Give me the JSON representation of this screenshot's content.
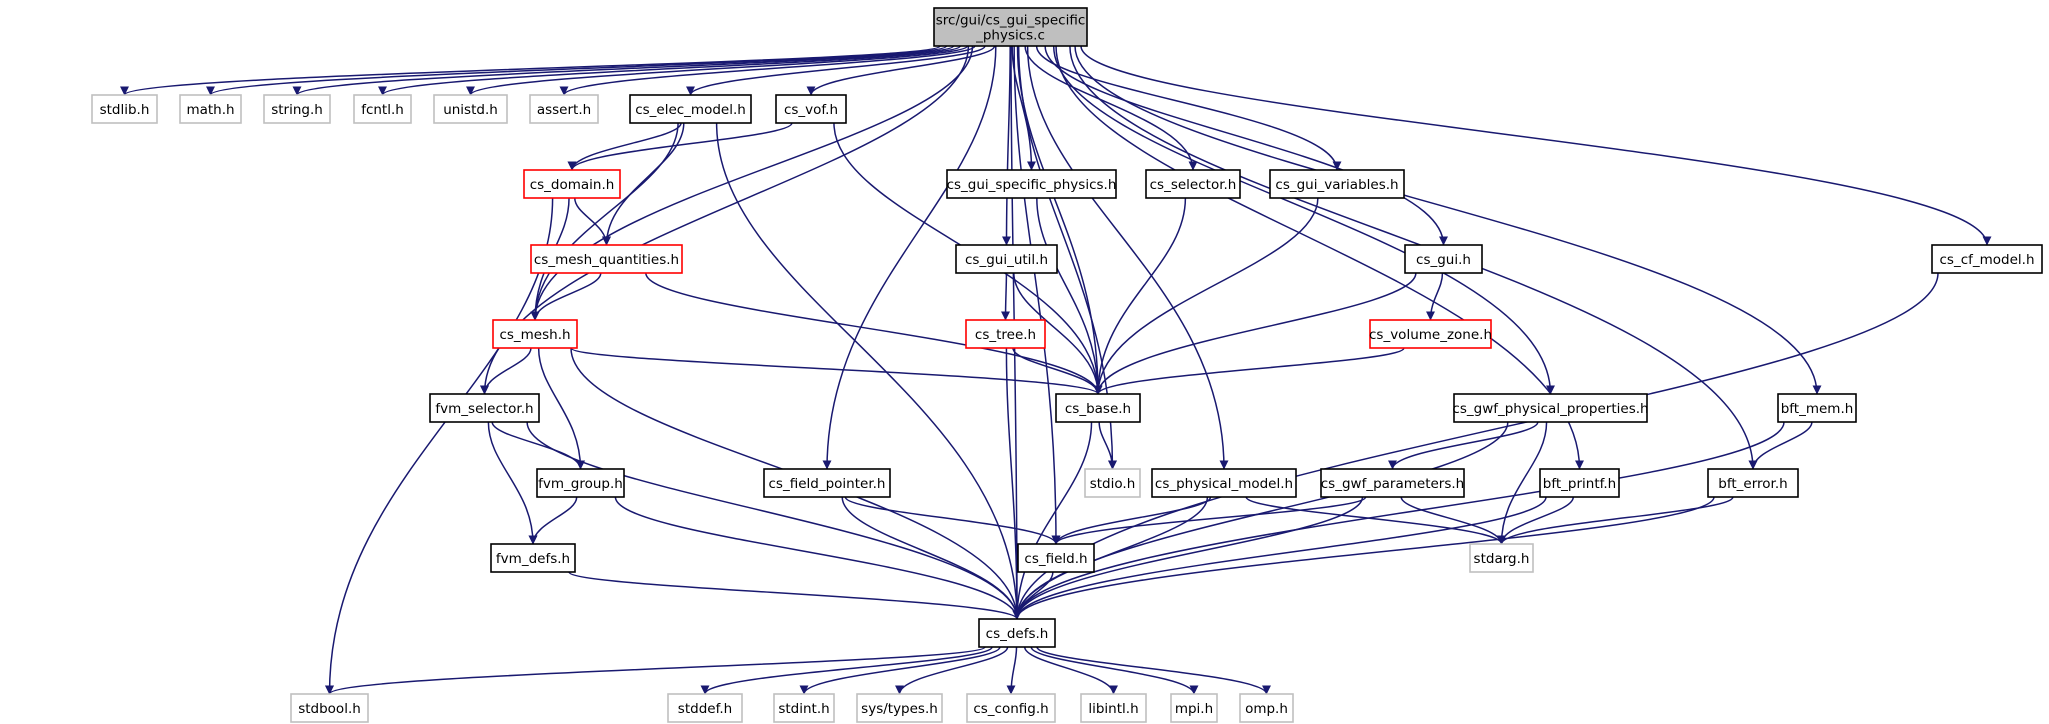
{
  "diagram": {
    "kind": "include-dependency-graph",
    "colors": {
      "edge": "#191970",
      "root_fill": "#bfbfbf",
      "documented_border": "#000000",
      "incomplete_border": "#ff0000",
      "external_border": "#bfbfbf",
      "external_text": "#000000"
    },
    "nodes": [
      {
        "id": "root",
        "label": "src/gui/cs_gui_specific\n_physics.c",
        "style": "root"
      },
      {
        "id": "stdlib",
        "label": "stdlib.h",
        "style": "external"
      },
      {
        "id": "math",
        "label": "math.h",
        "style": "external"
      },
      {
        "id": "string",
        "label": "string.h",
        "style": "external"
      },
      {
        "id": "fcntl",
        "label": "fcntl.h",
        "style": "external"
      },
      {
        "id": "unistd",
        "label": "unistd.h",
        "style": "external"
      },
      {
        "id": "assert",
        "label": "assert.h",
        "style": "external"
      },
      {
        "id": "elec",
        "label": "cs_elec_model.h",
        "style": "documented"
      },
      {
        "id": "vof",
        "label": "cs_vof.h",
        "style": "documented"
      },
      {
        "id": "domain",
        "label": "cs_domain.h",
        "style": "incomplete"
      },
      {
        "id": "gsp",
        "label": "cs_gui_specific_physics.h",
        "style": "documented"
      },
      {
        "id": "selector",
        "label": "cs_selector.h",
        "style": "documented"
      },
      {
        "id": "guivars",
        "label": "cs_gui_variables.h",
        "style": "documented"
      },
      {
        "id": "meshq",
        "label": "cs_mesh_quantities.h",
        "style": "incomplete"
      },
      {
        "id": "guiutil",
        "label": "cs_gui_util.h",
        "style": "documented"
      },
      {
        "id": "gui",
        "label": "cs_gui.h",
        "style": "documented"
      },
      {
        "id": "cfmodel",
        "label": "cs_cf_model.h",
        "style": "documented"
      },
      {
        "id": "mesh",
        "label": "cs_mesh.h",
        "style": "incomplete"
      },
      {
        "id": "tree",
        "label": "cs_tree.h",
        "style": "incomplete"
      },
      {
        "id": "volzone",
        "label": "cs_volume_zone.h",
        "style": "incomplete"
      },
      {
        "id": "fvmsel",
        "label": "fvm_selector.h",
        "style": "documented"
      },
      {
        "id": "base",
        "label": "cs_base.h",
        "style": "documented"
      },
      {
        "id": "gwfpp",
        "label": "cs_gwf_physical_properties.h",
        "style": "documented"
      },
      {
        "id": "bftmem",
        "label": "bft_mem.h",
        "style": "documented"
      },
      {
        "id": "stdio",
        "label": "stdio.h",
        "style": "external"
      },
      {
        "id": "fieldptr",
        "label": "cs_field_pointer.h",
        "style": "documented"
      },
      {
        "id": "physmodel",
        "label": "cs_physical_model.h",
        "style": "documented"
      },
      {
        "id": "gwfparams",
        "label": "cs_gwf_parameters.h",
        "style": "documented"
      },
      {
        "id": "bftprintf",
        "label": "bft_printf.h",
        "style": "documented"
      },
      {
        "id": "bfterror",
        "label": "bft_error.h",
        "style": "documented"
      },
      {
        "id": "fvmgroup",
        "label": "fvm_group.h",
        "style": "documented"
      },
      {
        "id": "fvmdefs",
        "label": "fvm_defs.h",
        "style": "documented"
      },
      {
        "id": "field",
        "label": "cs_field.h",
        "style": "documented"
      },
      {
        "id": "stdarg",
        "label": "stdarg.h",
        "style": "external"
      },
      {
        "id": "defs",
        "label": "cs_defs.h",
        "style": "documented"
      },
      {
        "id": "stdbool",
        "label": "stdbool.h",
        "style": "external"
      },
      {
        "id": "stddef",
        "label": "stddef.h",
        "style": "external"
      },
      {
        "id": "stdint",
        "label": "stdint.h",
        "style": "external"
      },
      {
        "id": "systypes",
        "label": "sys/types.h",
        "style": "external"
      },
      {
        "id": "csconfig",
        "label": "cs_config.h",
        "style": "external"
      },
      {
        "id": "libintl",
        "label": "libintl.h",
        "style": "external"
      },
      {
        "id": "mpi",
        "label": "mpi.h",
        "style": "external"
      },
      {
        "id": "omp",
        "label": "omp.h",
        "style": "external"
      }
    ],
    "edges": [
      [
        "root",
        "stdlib"
      ],
      [
        "root",
        "math"
      ],
      [
        "root",
        "string"
      ],
      [
        "root",
        "fcntl"
      ],
      [
        "root",
        "unistd"
      ],
      [
        "root",
        "assert"
      ],
      [
        "root",
        "elec"
      ],
      [
        "root",
        "vof"
      ],
      [
        "root",
        "gsp"
      ],
      [
        "root",
        "selector"
      ],
      [
        "root",
        "guivars"
      ],
      [
        "root",
        "guiutil"
      ],
      [
        "root",
        "gui"
      ],
      [
        "root",
        "cfmodel"
      ],
      [
        "root",
        "mesh"
      ],
      [
        "root",
        "fvmsel"
      ],
      [
        "root",
        "base"
      ],
      [
        "root",
        "gwfpp"
      ],
      [
        "root",
        "bftmem"
      ],
      [
        "root",
        "stdio"
      ],
      [
        "root",
        "fieldptr"
      ],
      [
        "root",
        "physmodel"
      ],
      [
        "root",
        "bftprintf"
      ],
      [
        "root",
        "bfterror"
      ],
      [
        "root",
        "field"
      ],
      [
        "root",
        "defs"
      ],
      [
        "elec",
        "domain"
      ],
      [
        "elec",
        "meshq"
      ],
      [
        "elec",
        "mesh"
      ],
      [
        "elec",
        "defs"
      ],
      [
        "vof",
        "domain"
      ],
      [
        "vof",
        "base"
      ],
      [
        "domain",
        "meshq"
      ],
      [
        "domain",
        "mesh"
      ],
      [
        "domain",
        "stdbool"
      ],
      [
        "meshq",
        "mesh"
      ],
      [
        "meshq",
        "base"
      ],
      [
        "gsp",
        "base"
      ],
      [
        "selector",
        "base"
      ],
      [
        "guivars",
        "base"
      ],
      [
        "guiutil",
        "tree"
      ],
      [
        "guiutil",
        "base"
      ],
      [
        "gui",
        "volzone"
      ],
      [
        "gui",
        "base"
      ],
      [
        "cfmodel",
        "defs"
      ],
      [
        "mesh",
        "fvmsel"
      ],
      [
        "mesh",
        "fvmgroup"
      ],
      [
        "mesh",
        "base"
      ],
      [
        "mesh",
        "defs"
      ],
      [
        "tree",
        "base"
      ],
      [
        "tree",
        "defs"
      ],
      [
        "volzone",
        "base"
      ],
      [
        "fvmsel",
        "fvmgroup"
      ],
      [
        "fvmsel",
        "fvmdefs"
      ],
      [
        "fvmsel",
        "defs"
      ],
      [
        "base",
        "stdio"
      ],
      [
        "base",
        "defs"
      ],
      [
        "gwfpp",
        "gwfparams"
      ],
      [
        "gwfpp",
        "stdarg"
      ],
      [
        "gwfpp",
        "defs"
      ],
      [
        "bftmem",
        "bfterror"
      ],
      [
        "bftmem",
        "defs"
      ],
      [
        "fieldptr",
        "field"
      ],
      [
        "fieldptr",
        "defs"
      ],
      [
        "physmodel",
        "field"
      ],
      [
        "physmodel",
        "stdarg"
      ],
      [
        "physmodel",
        "defs"
      ],
      [
        "gwfparams",
        "field"
      ],
      [
        "gwfparams",
        "stdarg"
      ],
      [
        "gwfparams",
        "defs"
      ],
      [
        "bftprintf",
        "stdarg"
      ],
      [
        "bftprintf",
        "defs"
      ],
      [
        "bfterror",
        "stdarg"
      ],
      [
        "bfterror",
        "defs"
      ],
      [
        "fvmgroup",
        "fvmdefs"
      ],
      [
        "fvmgroup",
        "defs"
      ],
      [
        "fvmdefs",
        "defs"
      ],
      [
        "field",
        "defs"
      ],
      [
        "defs",
        "stdbool"
      ],
      [
        "defs",
        "stddef"
      ],
      [
        "defs",
        "stdint"
      ],
      [
        "defs",
        "systypes"
      ],
      [
        "defs",
        "csconfig"
      ],
      [
        "defs",
        "libintl"
      ],
      [
        "defs",
        "mpi"
      ],
      [
        "defs",
        "omp"
      ]
    ]
  }
}
